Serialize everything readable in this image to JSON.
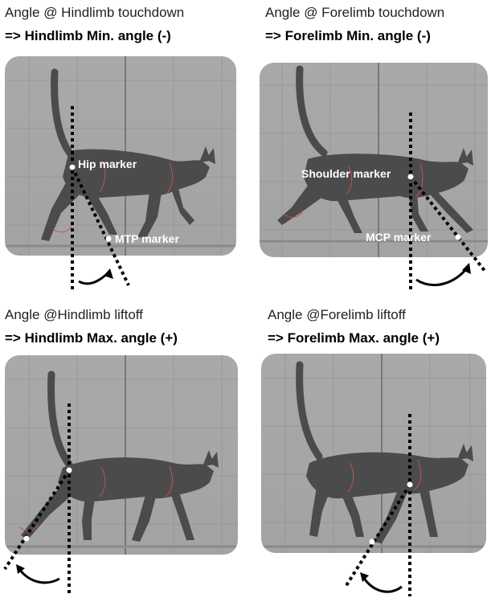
{
  "panels": [
    {
      "title": "Angle @ Hindlimb touchdown",
      "subtitle": "=> Hindlimb Min. angle (-)",
      "markers": [
        "Hip marker",
        "MTP marker"
      ]
    },
    {
      "title": "Angle @ Forelimb touchdown",
      "subtitle": "=> Forelimb Min. angle (-)",
      "markers": [
        "Shoulder marker",
        "MCP marker"
      ]
    },
    {
      "title": "Angle @Hindlimb liftoff",
      "subtitle": "=> Hindlimb Max. angle (+)",
      "markers": []
    },
    {
      "title": "Angle @Forelimb liftoff",
      "subtitle": "=> Forelimb Max. angle (+)",
      "markers": []
    }
  ],
  "colors": {
    "background": "#a8a8a8",
    "cat": "#4b4b4b",
    "grid": "#989898",
    "guide_lines": "#000000",
    "marker_dot": "#ffffff",
    "rig_curves": "#c85050"
  }
}
